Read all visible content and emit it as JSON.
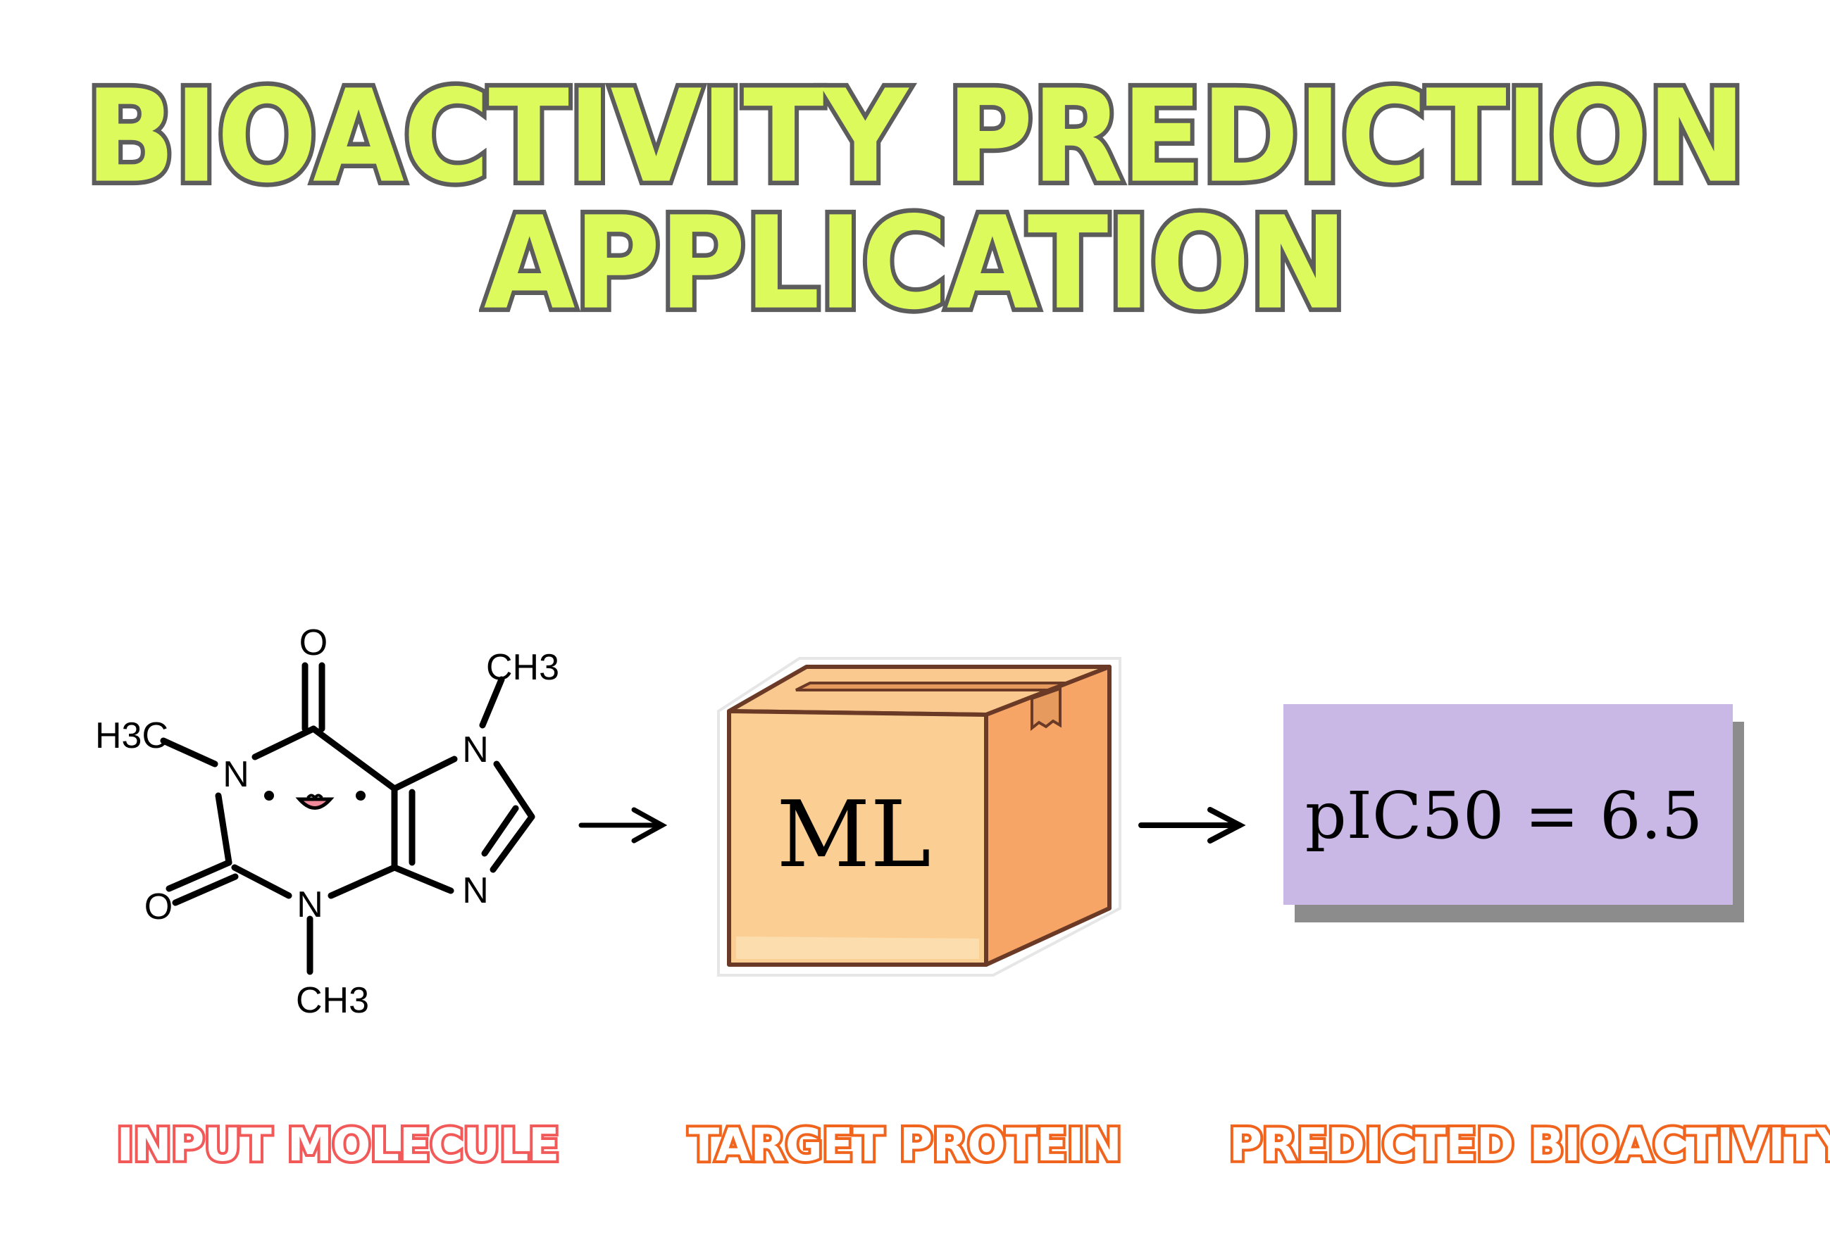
{
  "title": {
    "line1": "BIOACTIVITY PREDICTION",
    "line2": "APPLICATION"
  },
  "molecule": {
    "atoms": {
      "o_top": "O",
      "ch3_top": "CH3",
      "h3c_left": "H3C",
      "n1": "N",
      "n7": "N",
      "n9": "N",
      "o_left": "O",
      "n3": "N",
      "ch3_bottom": "CH3"
    }
  },
  "model_box": {
    "label": "ML"
  },
  "result": {
    "text": "pIC50 = 6.5"
  },
  "captions": {
    "input": "INPUT MOLECULE",
    "target": "TARGET PROTEIN",
    "predicted": "PREDICTED BIOACTIVITY"
  },
  "colors": {
    "title_fill": "#dcfa5c",
    "title_outline": "#5c5c5c",
    "box_front": "#fbcf94",
    "box_side": "#f6a566",
    "result_fill": "#c9b8e6",
    "result_shadow": "#8c8c8c",
    "caption_input": "#f25a5a",
    "caption_orange": "#f0641e"
  }
}
